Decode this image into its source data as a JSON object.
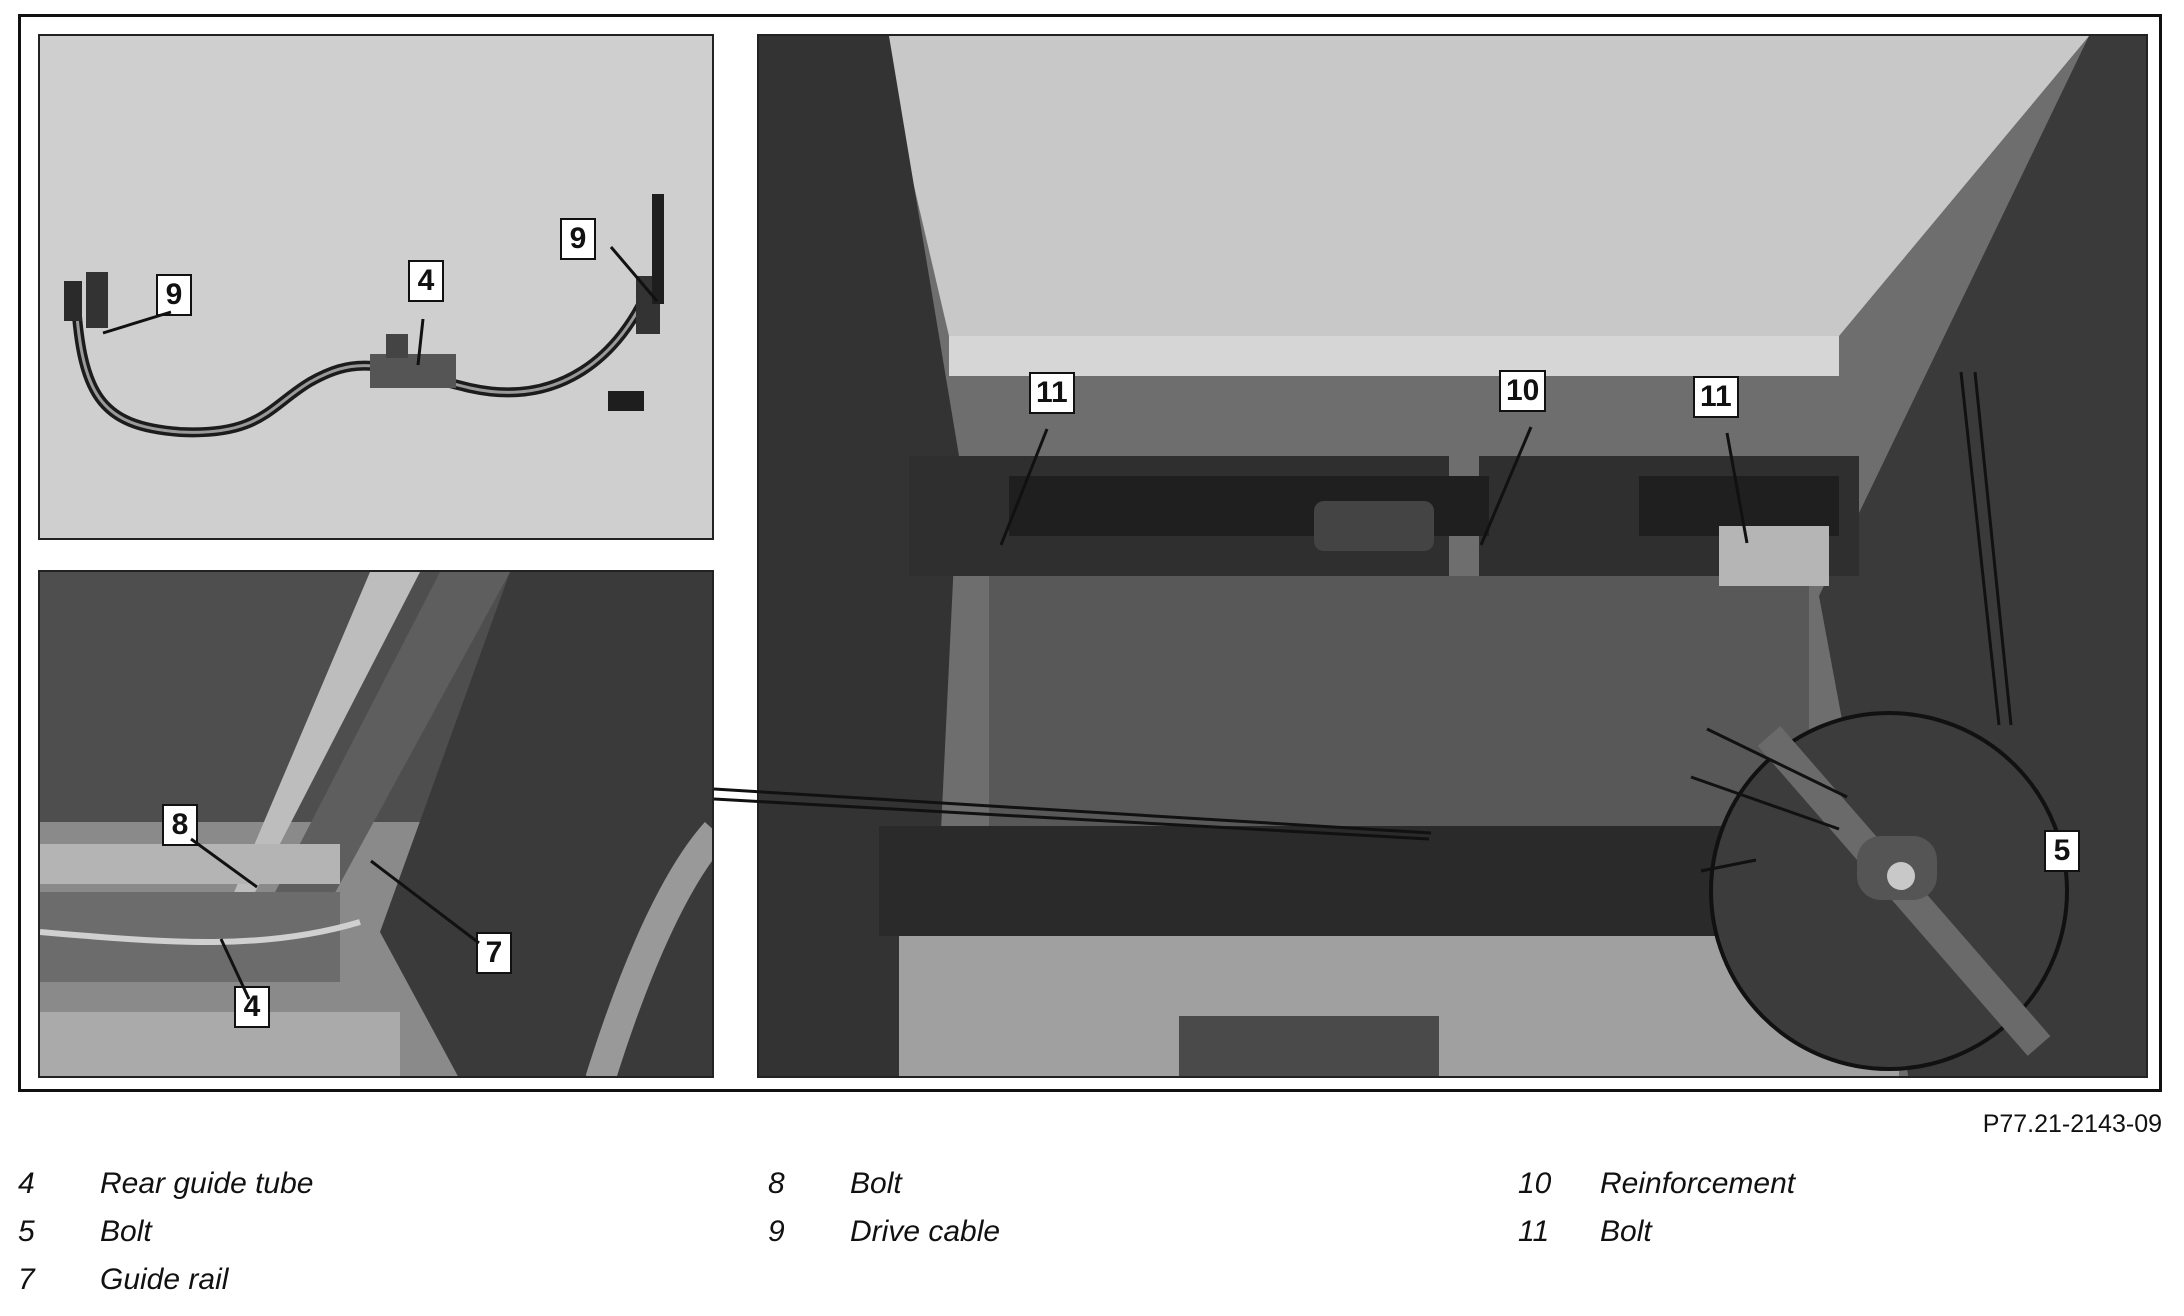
{
  "figure": {
    "code": "P77.21-2143-09",
    "callouts": {
      "cable_left_9": "9",
      "cable_center_4": "4",
      "cable_right_9": "9",
      "rail_8": "8",
      "rail_7": "7",
      "rail_4": "4",
      "roof_11_left": "11",
      "roof_10": "10",
      "roof_11_right": "11",
      "roof_5": "5"
    }
  },
  "legend": {
    "columns": [
      [
        {
          "num": "4",
          "label": "Rear guide tube"
        },
        {
          "num": "5",
          "label": "Bolt"
        },
        {
          "num": "7",
          "label": "Guide rail"
        }
      ],
      [
        {
          "num": "8",
          "label": "Bolt"
        },
        {
          "num": "9",
          "label": "Drive cable"
        }
      ],
      [
        {
          "num": "10",
          "label": "Reinforcement"
        },
        {
          "num": "11",
          "label": "Bolt"
        }
      ]
    ]
  },
  "colors": {
    "frame": "#111111",
    "callout_bg": "#ffffff"
  }
}
